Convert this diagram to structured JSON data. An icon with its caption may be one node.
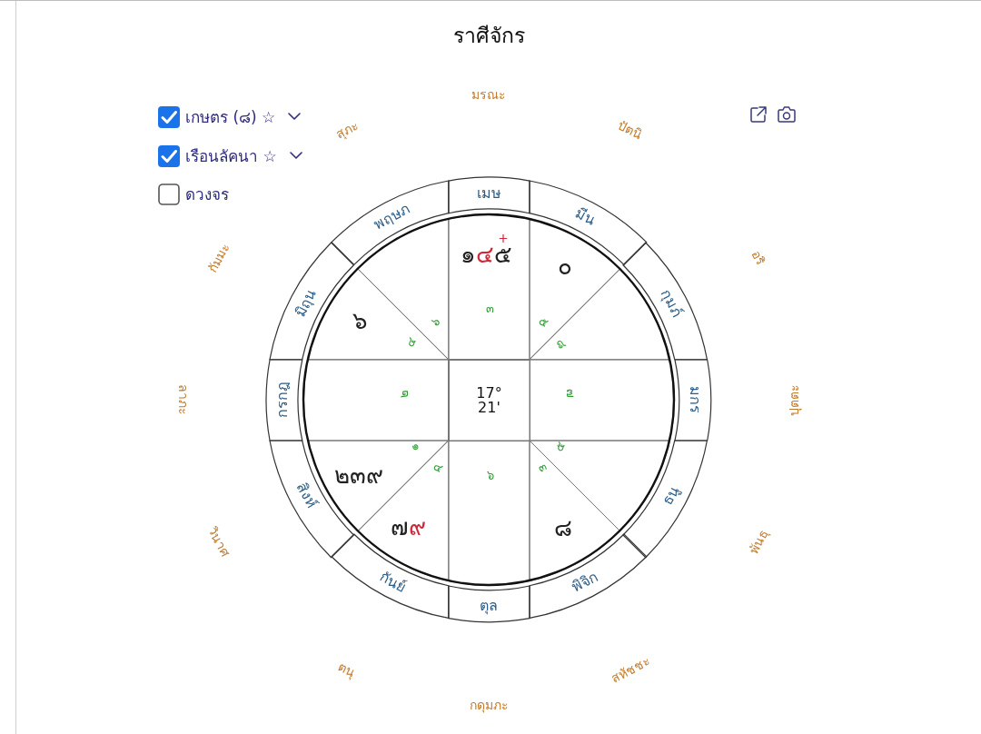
{
  "diagram": {
    "title": "ราศีจักร",
    "nodes": [
      {
        "text": [
          "เมษ"
        ]
      },
      {
        "text": [
          "พฤษภ"
        ]
      },
      {
        "text": [
          "มิถุน"
        ]
      },
      {
        "text": [
          "กรกฎ"
        ]
      },
      {
        "text": [
          "สิงห์"
        ]
      },
      {
        "text": [
          "กันย์"
        ]
      },
      {
        "text": [
          "ตุล"
        ]
      },
      {
        "text": [
          "พิจิก"
        ]
      },
      {
        "text": [
          "ธนู"
        ]
      },
      {
        "text": [
          "มกร"
        ]
      },
      {
        "text": [
          "กุมภ์"
        ]
      },
      {
        "text": [
          "มีน"
        ]
      },
      {
        "text": [
          "๑",
          "๔",
          "๕",
          "๓"
        ]
      },
      {
        "text": [
          "๖"
        ]
      },
      {
        "text": [
          "๖",
          "๔"
        ]
      },
      {
        "text": [
          "๒"
        ]
      },
      {
        "text": [
          "๑",
          "๒",
          "๓",
          "๙"
        ]
      },
      {
        "text": [
          "๔",
          "๗",
          "๙"
        ]
      },
      {
        "text": [
          "๖"
        ]
      },
      {
        "text": [
          "๓",
          "๘"
        ]
      },
      {
        "text": [
          "๕"
        ]
      },
      {
        "text": [
          "๗"
        ]
      },
      {
        "text": [
          "๘"
        ]
      },
      {
        "text": [
          "๐",
          "๕"
        ]
      },
      {
        "text": [
          "17°",
          "21'"
        ]
      }
    ],
    "labels": [
      "เกษตร (๘) ☆",
      "เรือนลัคนา ☆",
      "ดวงจร",
      "มรณะ",
      "ปัตนิ",
      "อริ",
      "ปุตตะ",
      "พันธุ",
      "สหัชชะ",
      "กดุมภะ",
      "ตนุ",
      "วินาศ",
      "ลาภะ",
      "กัมมะ",
      "สุภะ"
    ]
  }
}
